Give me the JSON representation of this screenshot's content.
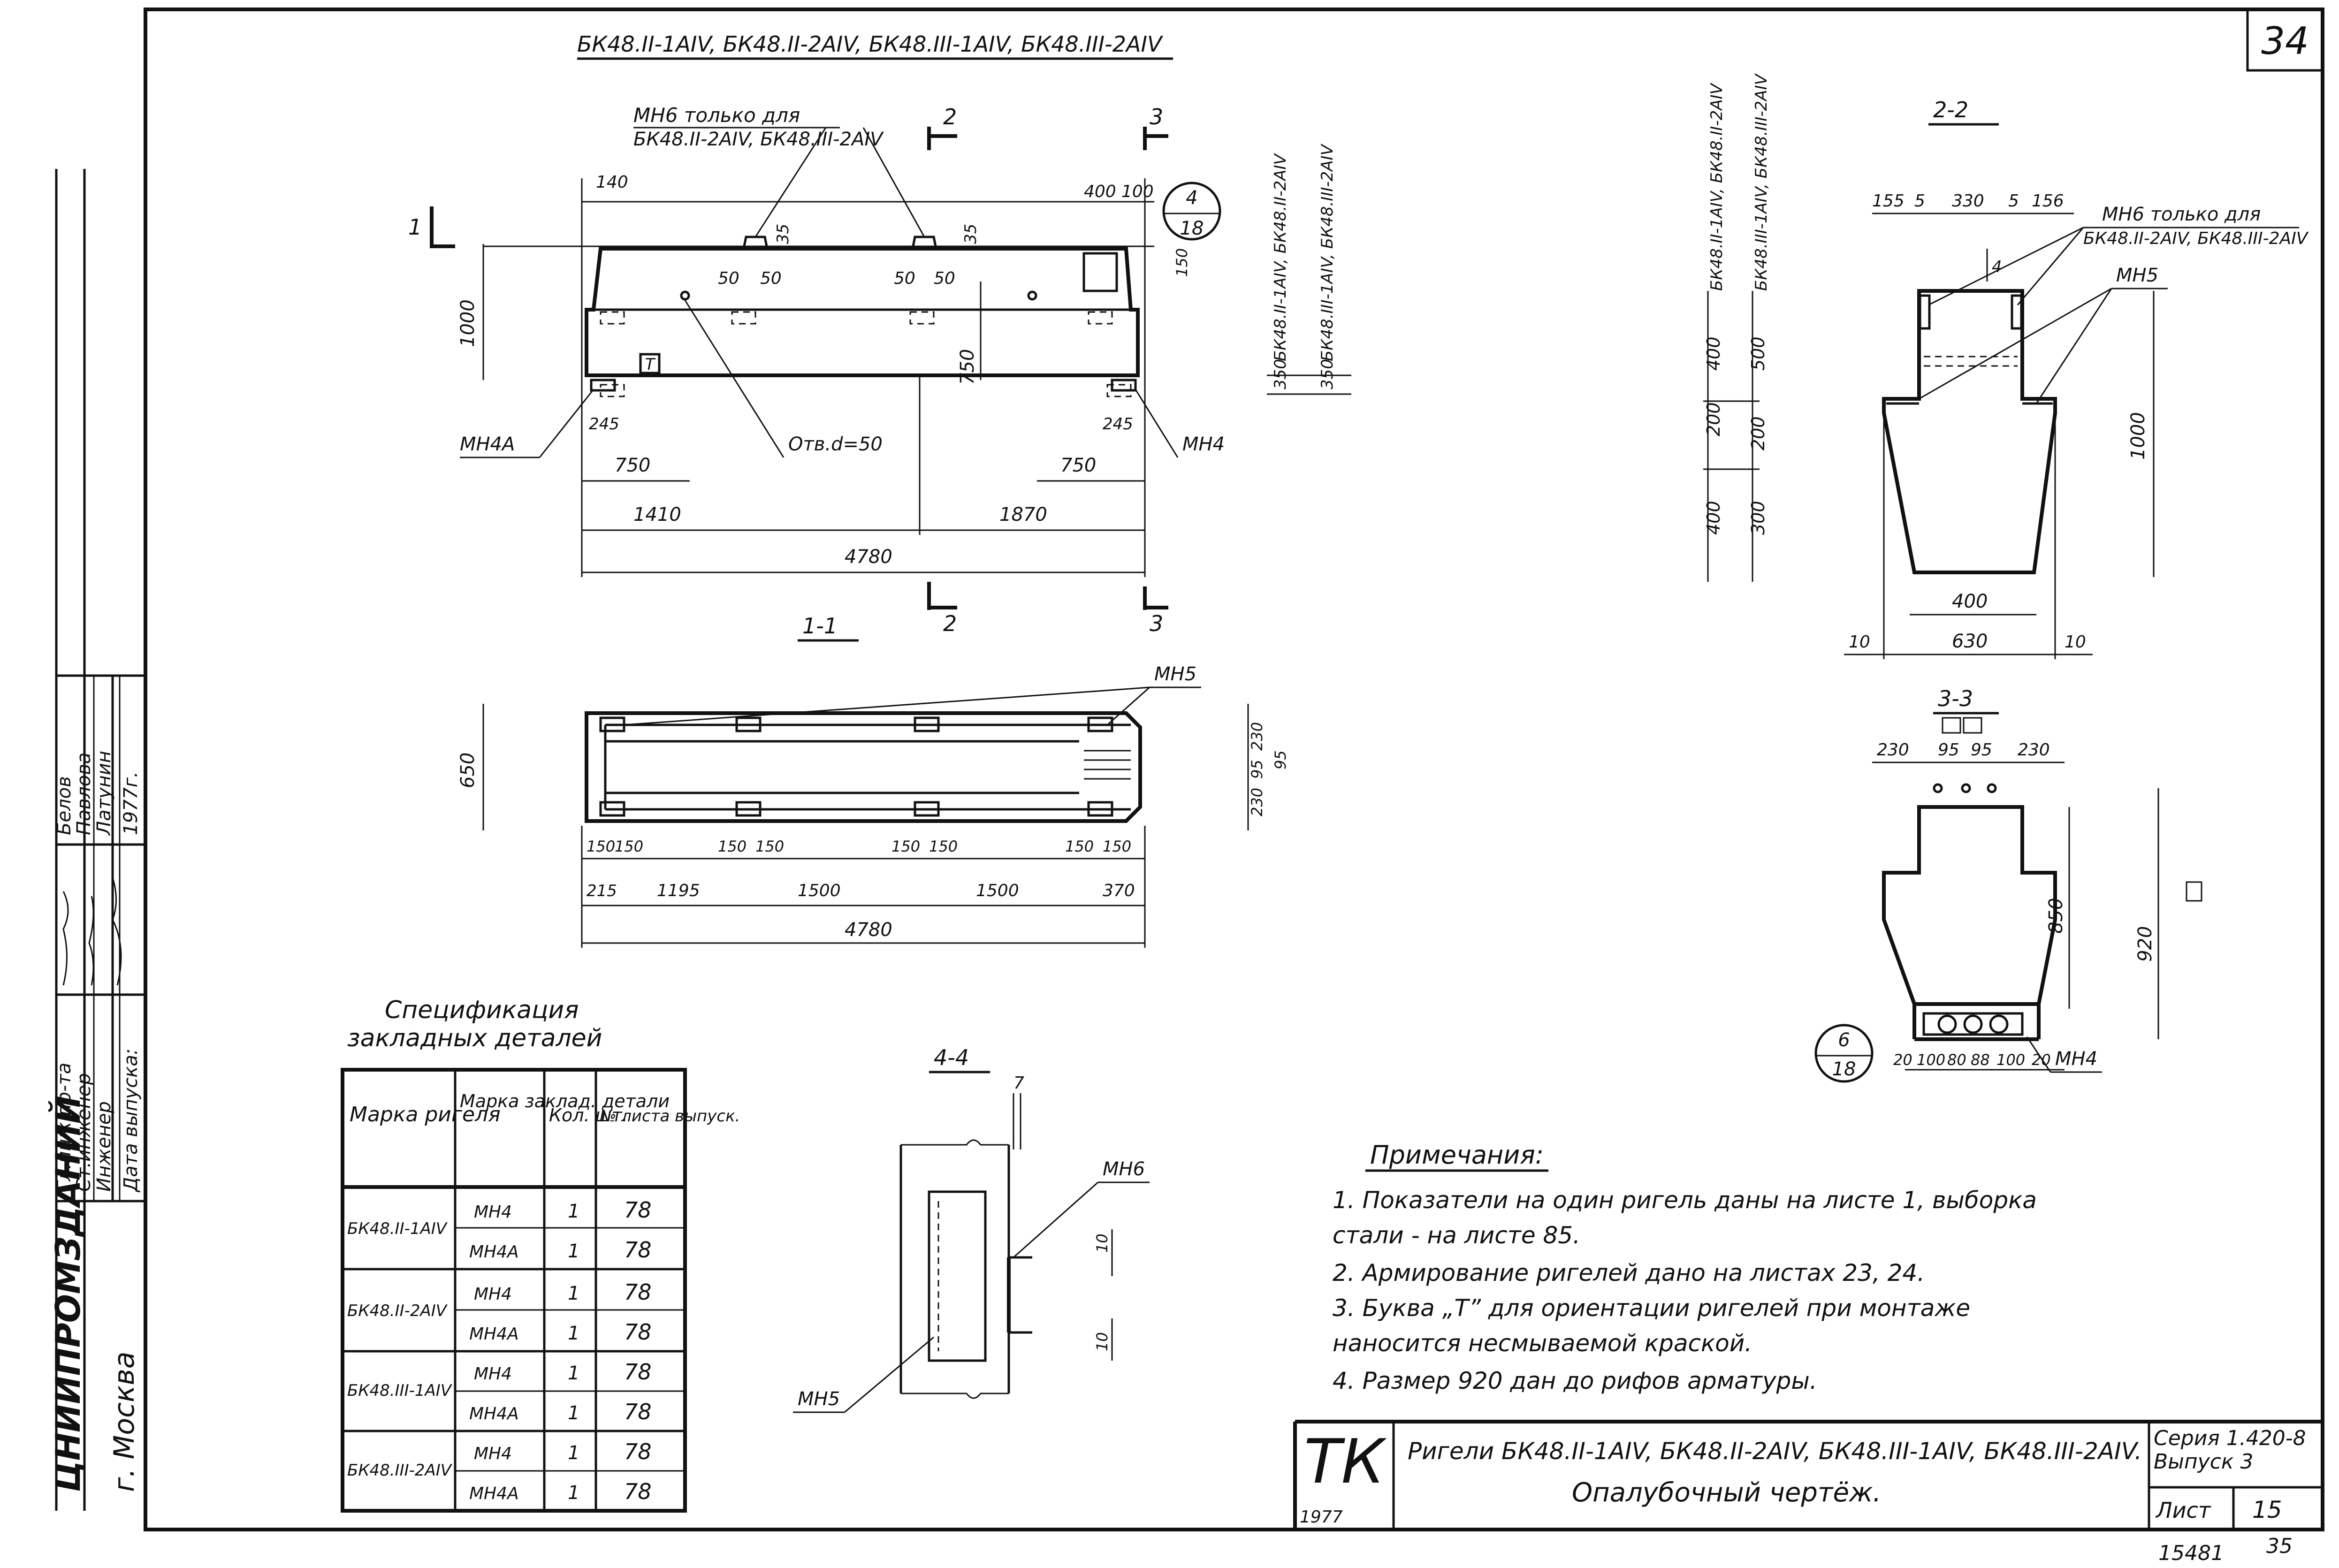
{
  "sheet_corner_number": "34",
  "header_title": "БК48.II-1АIV, БК48.II-2АIV, БК48.III-1АIV, БК48.III-2АIV",
  "side_stamp": {
    "org": "ЦНИИПРОМЗДАНИЙ",
    "city": "г. Москва",
    "roles": [
      "Гл.инж.пр-та",
      "Ст.инженер",
      "Инженер",
      "Дата выпуска:"
    ],
    "names": [
      "Белов",
      "Павлова",
      "Латунин",
      "1977г."
    ]
  },
  "views": {
    "front": {
      "note_mn6_line1": "МН6 только для",
      "note_mn6_line2": "БК48.II-2АIV, БК48.III-2АIV",
      "cut1": "1",
      "cut2_top": "2",
      "cut3_top": "3",
      "cut2_bot": "2",
      "cut3_bot": "3",
      "title": "1-1",
      "label_mn4a": "МН4А",
      "label_mn4": "МН4",
      "label_hole": "Отв.d=50",
      "mark_t": "Т",
      "circle_top": "4",
      "circle_bot": "18",
      "dims": {
        "d140": "140",
        "d400": "400",
        "d100": "100",
        "d35a": "35",
        "d35b": "35",
        "d50a": "50",
        "d50b": "50",
        "d50c": "50",
        "d50d": "50",
        "d150": "150",
        "d1000": "1000",
        "d750v": "750",
        "d245a": "245",
        "d245b": "245",
        "d750a": "750",
        "d750b": "750",
        "d1410": "1410",
        "d1870": "1870",
        "d4780": "4780",
        "d350a": "350",
        "d350b": "350"
      },
      "vert_labels": [
        "БК48.II-1АIV, БК48.II-2АIV",
        "БК48.III-1АIV, БК48.III-2АIV"
      ]
    },
    "plan": {
      "label_mn5": "МН5",
      "dims": {
        "d650": "650",
        "d230a": "230",
        "d95a": "95",
        "d230b": "230",
        "d95b": "95",
        "d150": [
          "150",
          "150",
          "150",
          "150",
          "150",
          "150",
          "150",
          "150"
        ],
        "d215": "215",
        "d1195": "1195",
        "d1500a": "1500",
        "d1500b": "1500",
        "d370": "370",
        "d4780": "4780"
      }
    },
    "section22": {
      "title": "2-2",
      "vert_labels": [
        "БК48.II-1АIV, БК48.II-2АIV",
        "БК48.III-1АIV, БК48.III-2АIV"
      ],
      "note_mn6_line1": "МН6 только для",
      "note_mn6_line2": "БК48.II-2АIV, БК48.III-2АIV",
      "label_mn5": "МН5",
      "dims": {
        "top": [
          "155",
          "5",
          "330",
          "5",
          "156"
        ],
        "d4": "4",
        "left1": [
          "400",
          "200",
          "400"
        ],
        "left2": [
          "500",
          "200",
          "300"
        ],
        "d1000": "1000",
        "d400": "400",
        "d630": "630",
        "d10a": "10",
        "d10b": "10"
      }
    },
    "section33": {
      "title": "3-3",
      "dims": {
        "top": [
          "230",
          "95",
          "95",
          "230"
        ],
        "d850": "850",
        "d920": "920",
        "bottom": [
          "20",
          "100",
          "80",
          "88",
          "100",
          "20"
        ]
      },
      "label_mn4": "МН4",
      "circle_top": "6",
      "circle_bot": "18"
    },
    "section44": {
      "title": "4-4",
      "d7": "7",
      "d10a": "10",
      "d10b": "10",
      "label_mn6": "МН6",
      "label_mn5": "МН5"
    }
  },
  "spec": {
    "title_line1": "Спецификация",
    "title_line2": "закладных деталей",
    "headers": [
      "Марка ригеля",
      "Марка заклад. детали",
      "Кол. шт.",
      "№ листа выпуск."
    ],
    "rows": [
      {
        "rigel": "БК48.II-1АIV",
        "items": [
          [
            "МН4",
            "1",
            "78"
          ],
          [
            "МН4А",
            "1",
            "78"
          ]
        ]
      },
      {
        "rigel": "БК48.II-2АIV",
        "items": [
          [
            "МН4",
            "1",
            "78"
          ],
          [
            "МН4А",
            "1",
            "78"
          ]
        ]
      },
      {
        "rigel": "БК48.III-1АIV",
        "items": [
          [
            "МН4",
            "1",
            "78"
          ],
          [
            "МН4А",
            "1",
            "78"
          ]
        ]
      },
      {
        "rigel": "БК48.III-2АIV",
        "items": [
          [
            "МН4",
            "1",
            "78"
          ],
          [
            "МН4А",
            "1",
            "78"
          ]
        ]
      }
    ]
  },
  "notes": {
    "title": "Примечания:",
    "lines": [
      "1.  Показатели на один ригель даны на листе 1, выборка",
      "     стали - на листе 85.",
      "2.  Армирование ригелей дано на листах 23, 24.",
      "3.  Буква „Т” для ориентации ригелей при монтаже",
      "     наносится несмываемой краской.",
      "4.  Размер 920 дан до рифов арматуры."
    ]
  },
  "title_block": {
    "logo": "ТК",
    "year": "1977",
    "name_line1": "Ригели БК48.II-1АIV, БК48.II-2АIV, БК48.III-1АIV, БК48.III-2АIV.",
    "name_line2": "Опалубочный чертёж.",
    "series_line1": "Серия 1.420-8",
    "series_line2": "Выпуск 3",
    "sheet_label": "Лист",
    "sheet_no": "15",
    "archive_no": "15481",
    "page_no": "35"
  }
}
